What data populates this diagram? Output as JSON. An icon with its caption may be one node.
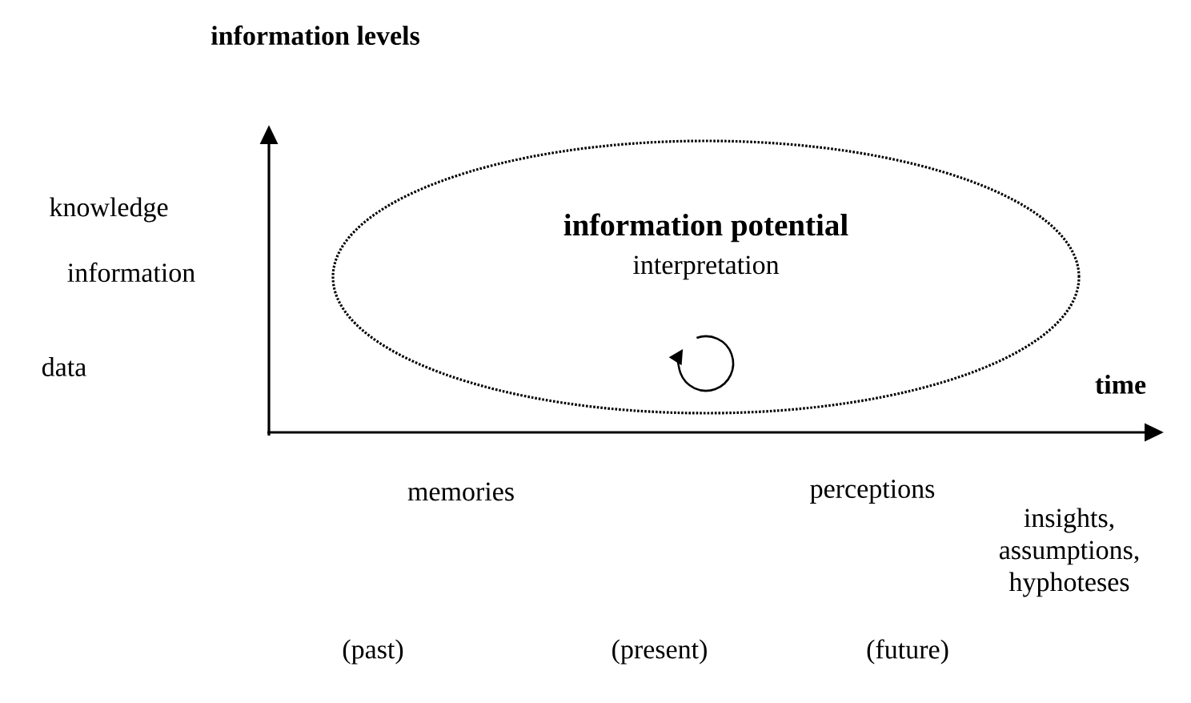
{
  "diagram": {
    "nodes": [
      {
        "text": [
          "information potential",
          "interpretation"
        ]
      }
    ],
    "labels": [
      "information levels",
      "knowledge",
      "information",
      "data",
      "time",
      "memories",
      "perceptions",
      "insights, assumptions, hyphoteses",
      "(past)",
      "(present)",
      "(future)"
    ]
  }
}
